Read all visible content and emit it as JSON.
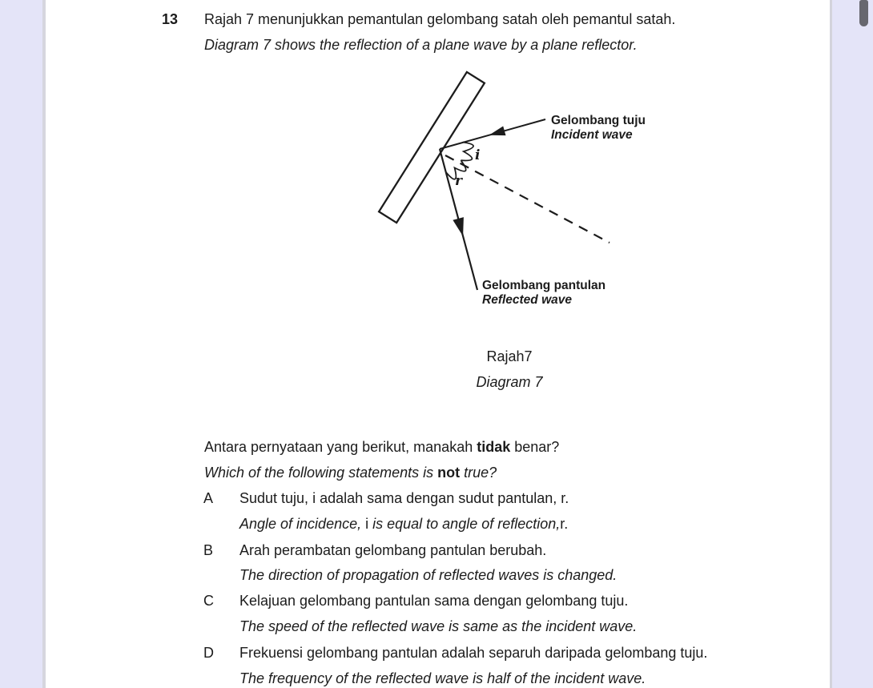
{
  "page": {
    "background": "#ffffff",
    "rail_color": "#e4e4f8",
    "rail_border_color": "#d3d3dc",
    "scrollbar_thumb_color": "#67676f",
    "text_color": "#1c1c1c"
  },
  "question": {
    "number": "13",
    "prompt_malay": "Rajah 7 menunjukkan pemantulan gelombang satah oleh pemantul satah.",
    "prompt_english": "Diagram 7 shows the reflection of a plane wave by a plane reflector."
  },
  "diagram": {
    "incident_label_malay": "Gelombang tuju",
    "incident_label_english": "Incident wave",
    "reflected_label_malay": "Gelombang pantulan",
    "reflected_label_english": "Reflected wave",
    "angle_incidence_label": "i",
    "angle_reflection_label": "r",
    "caption_malay": "Rajah7",
    "caption_english": "Diagram 7"
  },
  "query": {
    "malay_pre": "Antara pernyataan yang berikut, manakah ",
    "malay_bold": "tidak",
    "malay_post": " benar?",
    "english_pre": "Which of the following statements is ",
    "english_bold": "not",
    "english_post": " true?"
  },
  "options": {
    "a": {
      "letter": "A",
      "malay": "Sudut tuju, i adalah sama dengan sudut pantulan, r.",
      "english_1": "Angle of incidence, ",
      "english_2": "i",
      "english_3": " is equal to angle of reflection,",
      "english_4": "r."
    },
    "b": {
      "letter": "B",
      "malay": "Arah perambatan gelombang pantulan berubah.",
      "english": "The direction of propagation of reflected waves is changed."
    },
    "c": {
      "letter": "C",
      "malay": "Kelajuan gelombang pantulan sama dengan gelombang tuju.",
      "english": "The speed of the reflected wave is same as the incident wave."
    },
    "d": {
      "letter": "D",
      "malay": "Frekuensi gelombang pantulan adalah separuh daripada gelombang tuju.",
      "english": "The frequency of the reflected wave is half of the incident wave."
    }
  }
}
